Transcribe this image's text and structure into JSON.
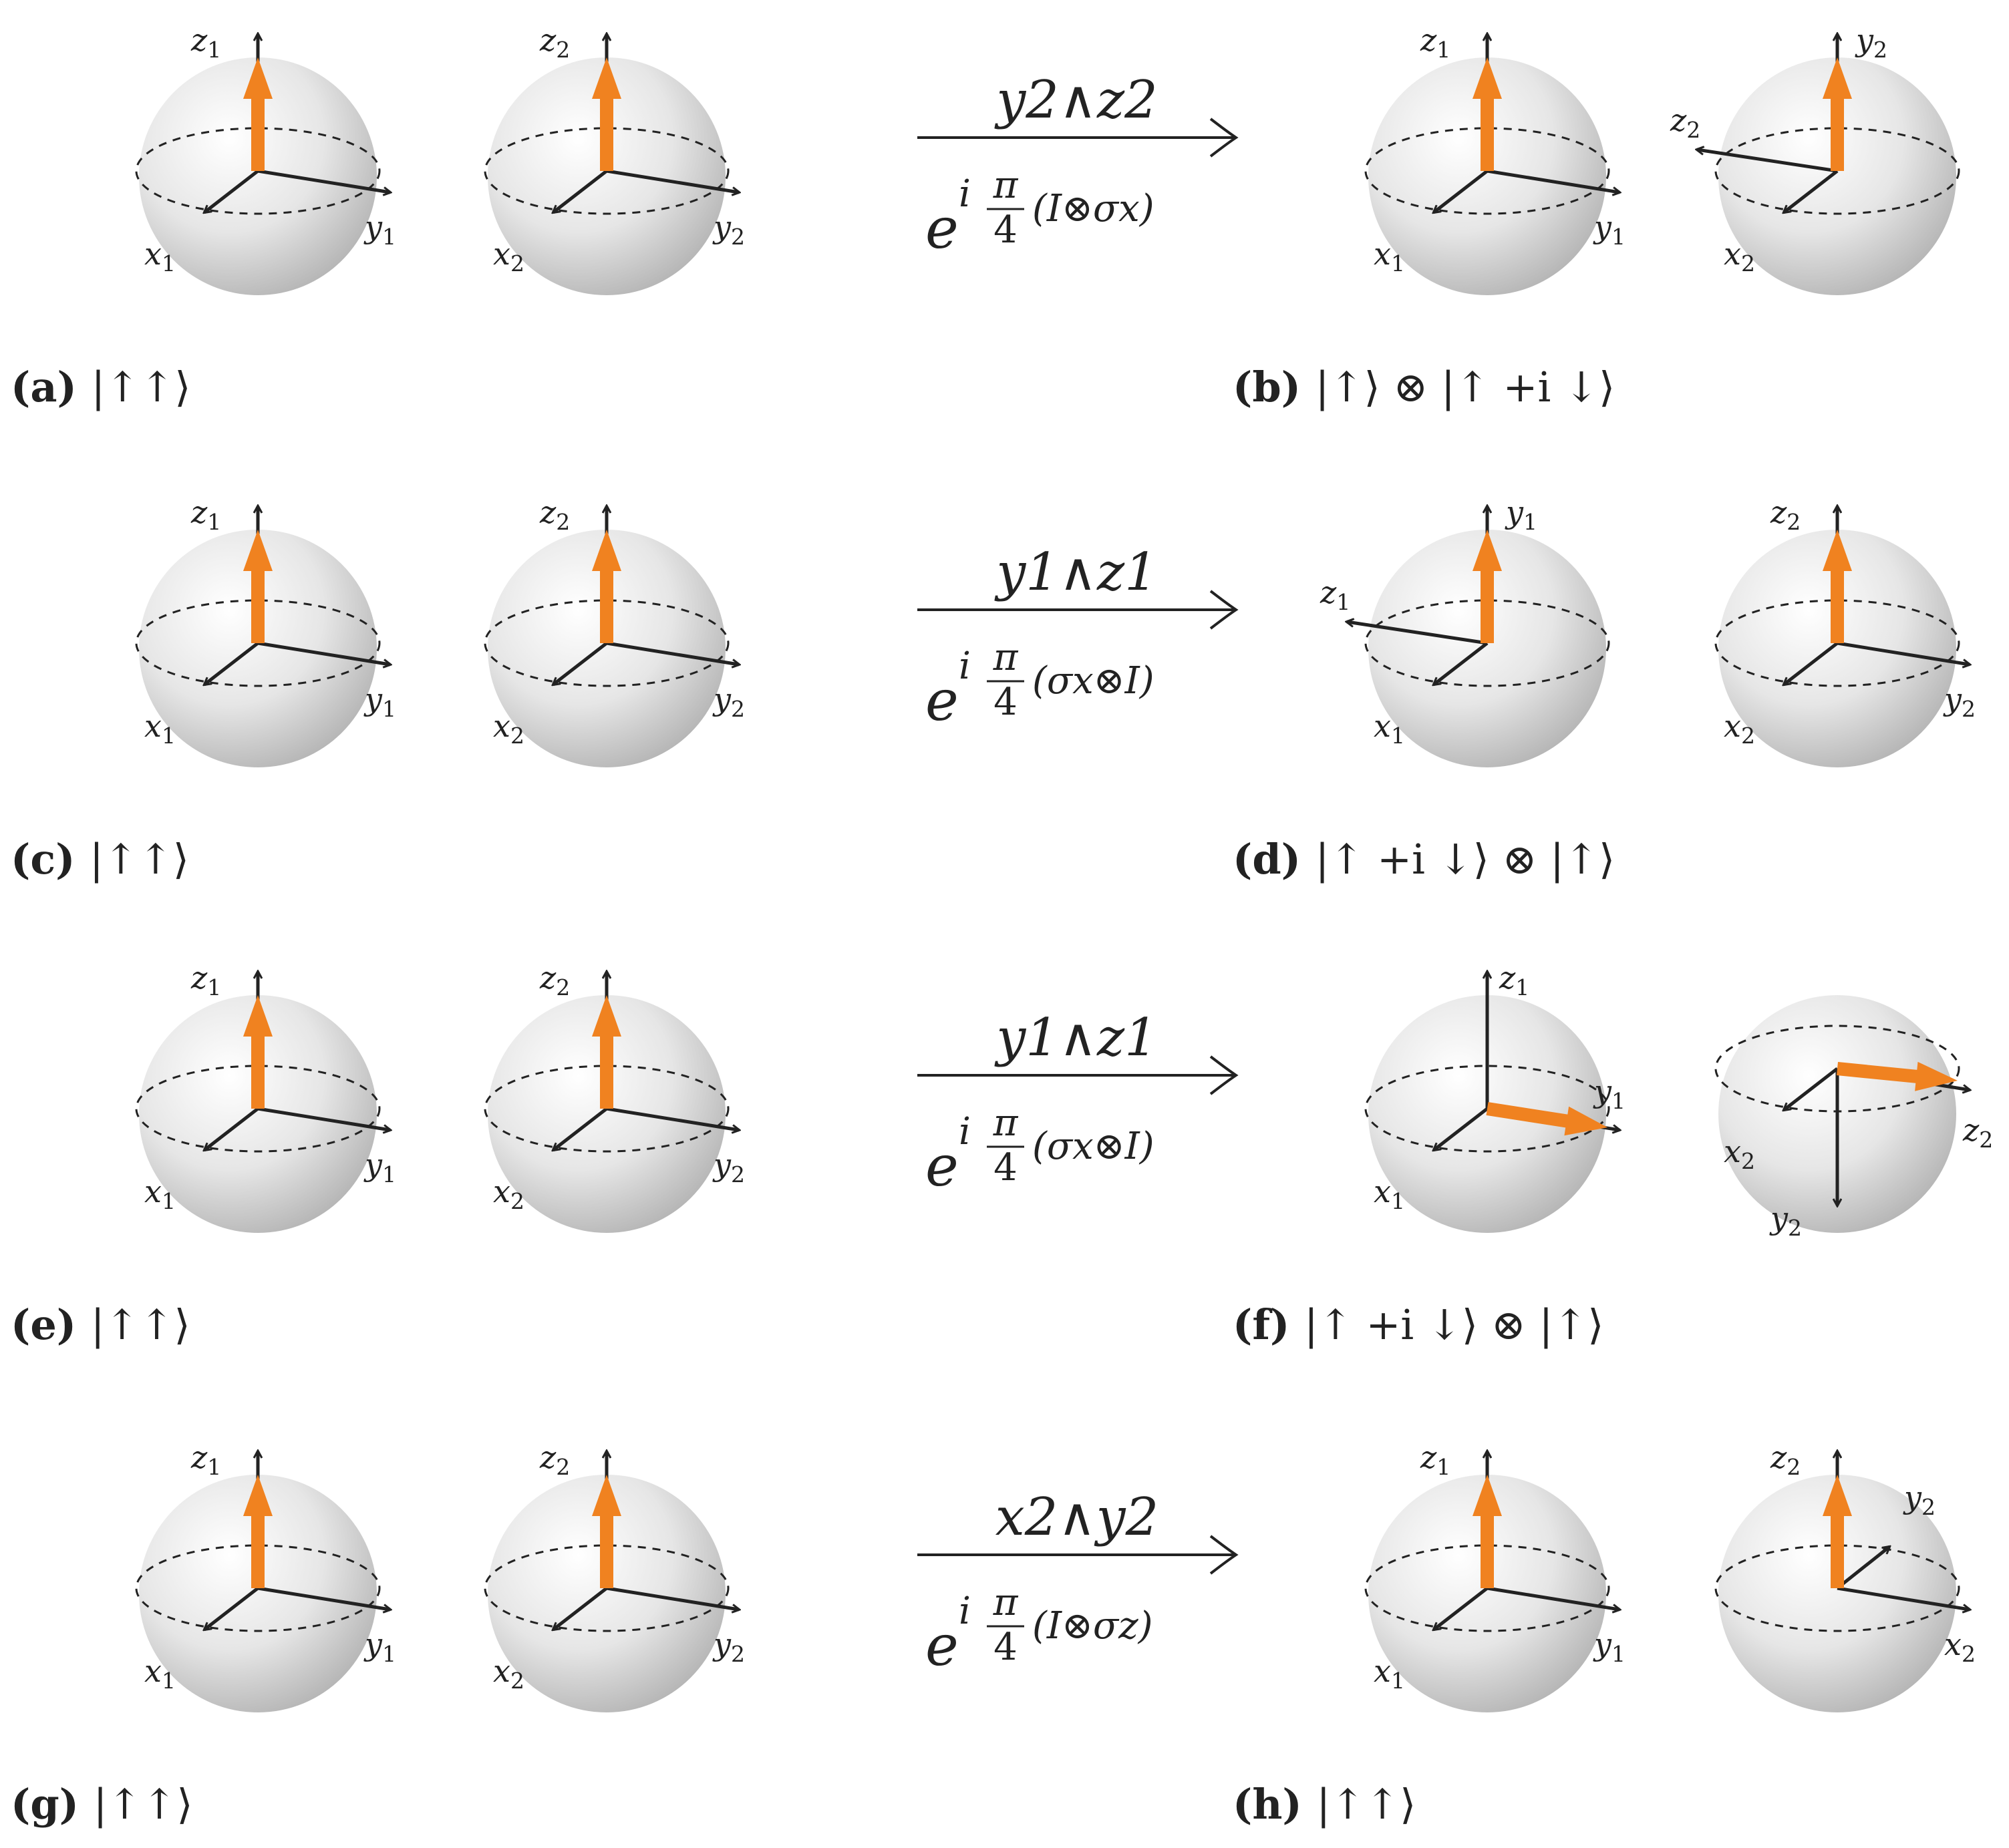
{
  "colors": {
    "arrow": "#f08220",
    "axis": "#222222",
    "sphere_light": "#ffffff",
    "sphere_dark": "#b3b3b3"
  },
  "rows": [
    {
      "left_letter": "(a)",
      "left_state": "|↑↑⟩",
      "right_letter": "(b)",
      "right_state": "|↑⟩ ⊗ |↑ +i ↓⟩",
      "op": {
        "top": "y2∧z2",
        "exp_base": "e",
        "exp_i": "i",
        "frac_num": "π",
        "frac_den": "4",
        "exp_arg": "(I⊗σx)"
      },
      "spheres": [
        {
          "variant": "std",
          "labels": [
            "z1",
            "y1",
            "x1"
          ]
        },
        {
          "variant": "std",
          "labels": [
            "z2",
            "y2",
            "x2"
          ]
        },
        {
          "variant": "std",
          "labels": [
            "z1",
            "y1",
            "x1"
          ]
        },
        {
          "variant": "rotX",
          "labels": [
            "y2",
            "z2",
            "x2"
          ]
        }
      ]
    },
    {
      "left_letter": "(c)",
      "left_state": "|↑↑⟩",
      "right_letter": "(d)",
      "right_state": "|↑ +i ↓⟩ ⊗ |↑⟩",
      "op": {
        "top": "y1∧z1",
        "exp_base": "e",
        "exp_i": "i",
        "frac_num": "π",
        "frac_den": "4",
        "exp_arg": "(σx⊗I)"
      },
      "spheres": [
        {
          "variant": "std",
          "labels": [
            "z1",
            "y1",
            "x1"
          ]
        },
        {
          "variant": "std",
          "labels": [
            "z2",
            "y2",
            "x2"
          ]
        },
        {
          "variant": "rotX",
          "labels": [
            "y1",
            "z1",
            "x1"
          ]
        },
        {
          "variant": "std",
          "labels": [
            "z2",
            "y2",
            "x2"
          ]
        }
      ]
    },
    {
      "left_letter": "(e)",
      "left_state": "|↑↑⟩",
      "right_letter": "(f)",
      "right_state": "|↑ +i ↓⟩ ⊗ |↑⟩",
      "op": {
        "top": "y1∧z1",
        "exp_base": "e",
        "exp_i": "i",
        "frac_num": "π",
        "frac_den": "4",
        "exp_arg": "(σx⊗I)"
      },
      "spheres": [
        {
          "variant": "std",
          "labels": [
            "z1",
            "y1",
            "x1"
          ]
        },
        {
          "variant": "std",
          "labels": [
            "z2",
            "y2",
            "x2"
          ]
        },
        {
          "variant": "flatY",
          "labels": [
            "z1",
            "y1",
            "x1"
          ]
        },
        {
          "variant": "downY",
          "labels": [
            "z2",
            "y2",
            "x2"
          ]
        }
      ]
    },
    {
      "left_letter": "(g)",
      "left_state": "|↑↑⟩",
      "right_letter": "(h)",
      "right_state": "|↑↑⟩",
      "op": {
        "top": "x2∧y2",
        "exp_base": "e",
        "exp_i": "i",
        "frac_num": "π",
        "frac_den": "4",
        "exp_arg": "(I⊗σz)"
      },
      "spheres": [
        {
          "variant": "std",
          "labels": [
            "z1",
            "y1",
            "x1"
          ]
        },
        {
          "variant": "std",
          "labels": [
            "z2",
            "y2",
            "x2"
          ]
        },
        {
          "variant": "std",
          "labels": [
            "z1",
            "y1",
            "x1"
          ]
        },
        {
          "variant": "rotZ",
          "labels": [
            "z2",
            "y2",
            "x2"
          ]
        }
      ]
    }
  ]
}
